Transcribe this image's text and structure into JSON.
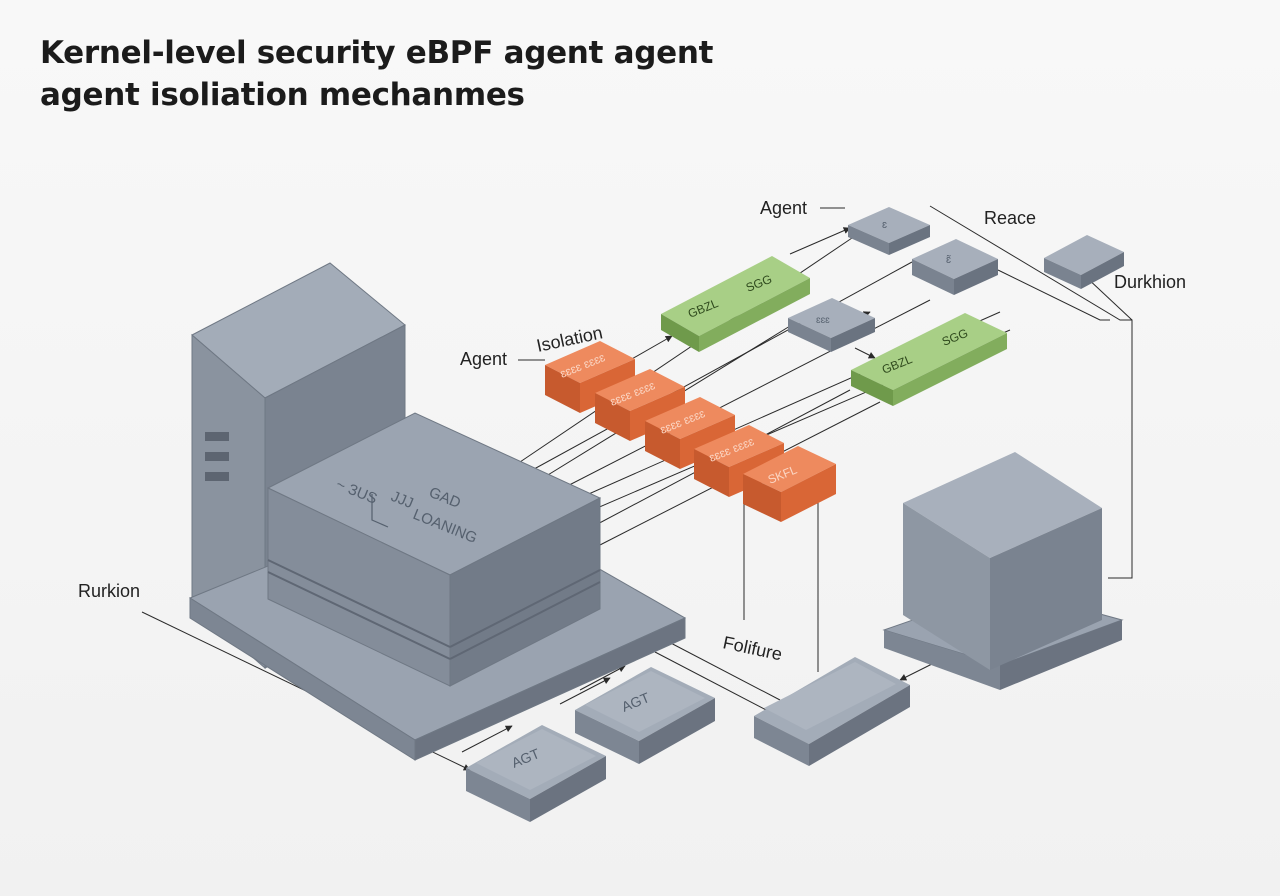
{
  "title": {
    "line1": "Kernel-level security eBPF agent agent",
    "line2": "agent isoliation mechanmes"
  },
  "labels": {
    "agent_top": "Agent",
    "reace": "Reace",
    "durkhion": "Durkhion",
    "isolation": "Isolation",
    "agent_left": "Agent",
    "rurkion": "Rurkion",
    "folifure": "Folifure"
  },
  "blocks": {
    "green": [
      {
        "a": "GBZL",
        "b": "SGG"
      },
      {
        "a": "GBZL",
        "b": "SGG"
      }
    ],
    "gray_small": [
      "ɛ",
      "ɛ̃",
      "ɛɛɛ"
    ],
    "orange": [
      "ɛɛɛɛ ɛɛɛɛ",
      "ɛɛɛɛ ɛɛɛɛ",
      "ɛɛɛɛ ɛɛɛɛ",
      "ɛɛɛɛ ɛɛɛɛ",
      "SKFL"
    ],
    "agt": [
      "AGT",
      "AGT"
    ],
    "kernel_etch": [
      "~ ЗUS",
      "JJJ",
      "GAD",
      "LOANING"
    ]
  },
  "colors": {
    "gray": "#98a1ae",
    "orange": "#de6a3a",
    "green": "#8ab565",
    "line": "#2a2a2a"
  }
}
